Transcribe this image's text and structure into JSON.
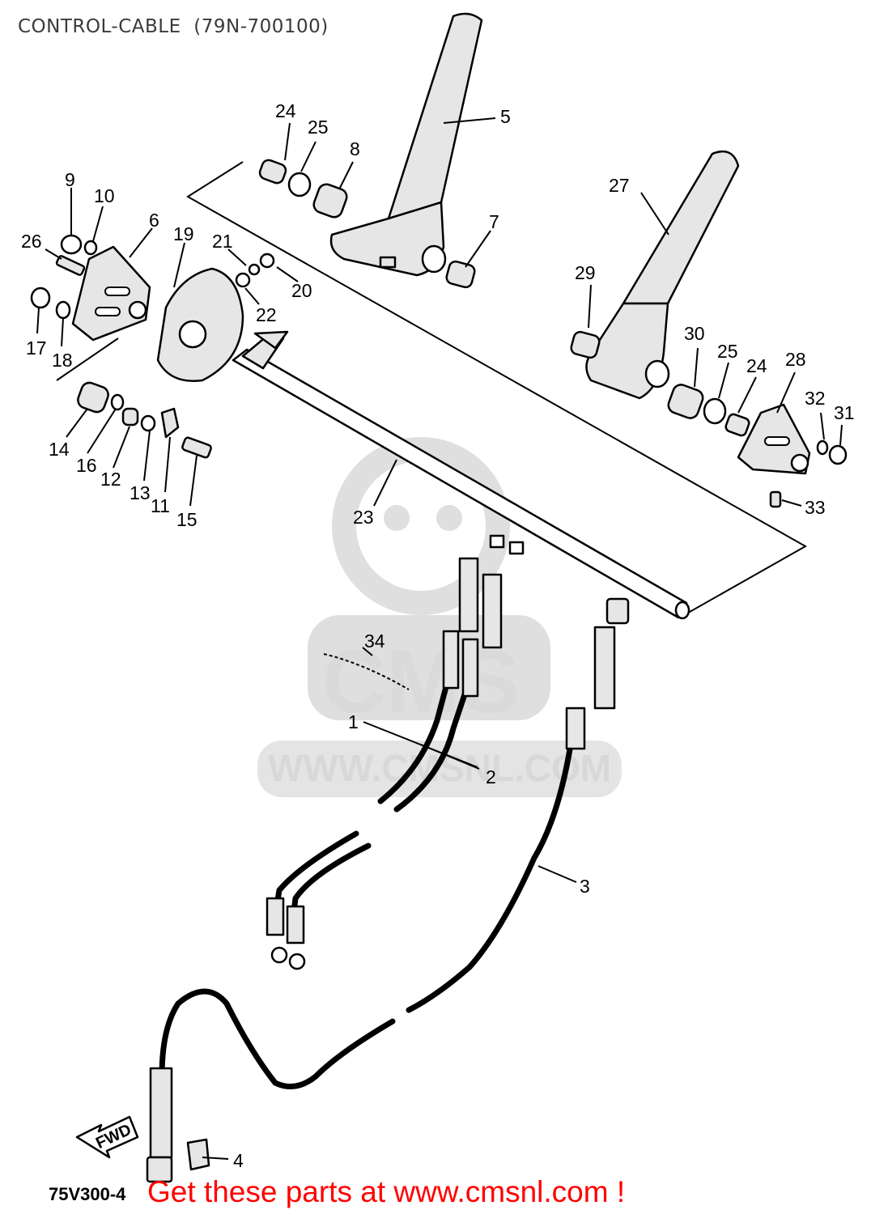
{
  "title": "CONTROL-CABLE  (79N-700100)",
  "doc_code": "75V300-4",
  "cta": "Get these parts at www.cmsnl.com !",
  "watermark": {
    "logo": "CMS",
    "url": "WWW.CMSNL.COM"
  },
  "fwd": "FWD",
  "parts": [
    {
      "no": "1"
    },
    {
      "no": "2"
    },
    {
      "no": "3"
    },
    {
      "no": "4"
    },
    {
      "no": "5"
    },
    {
      "no": "6"
    },
    {
      "no": "7"
    },
    {
      "no": "8"
    },
    {
      "no": "9"
    },
    {
      "no": "10"
    },
    {
      "no": "11"
    },
    {
      "no": "12"
    },
    {
      "no": "13"
    },
    {
      "no": "14"
    },
    {
      "no": "15"
    },
    {
      "no": "16"
    },
    {
      "no": "17"
    },
    {
      "no": "18"
    },
    {
      "no": "19"
    },
    {
      "no": "20"
    },
    {
      "no": "21"
    },
    {
      "no": "22"
    },
    {
      "no": "23"
    },
    {
      "no": "24"
    },
    {
      "no": "25"
    },
    {
      "no": "26"
    },
    {
      "no": "27"
    },
    {
      "no": "28"
    },
    {
      "no": "29"
    },
    {
      "no": "30"
    },
    {
      "no": "31"
    },
    {
      "no": "32"
    },
    {
      "no": "33"
    },
    {
      "no": "34"
    }
  ],
  "extra_labels": {
    "24b": "24",
    "25b": "25"
  },
  "colors": {
    "cta": "#ff0000",
    "line": "#000000",
    "watermark": "#dcdcdc"
  }
}
